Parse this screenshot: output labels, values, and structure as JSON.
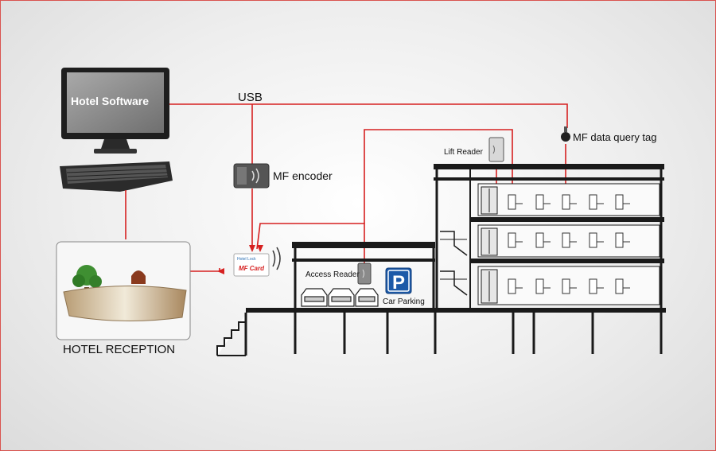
{
  "labels": {
    "hotel_software": "Hotel Software",
    "usb": "USB",
    "mf_encoder": "MF encoder",
    "mf_data_query_tag": "MF data query tag",
    "lift_reader": "Lift Reader",
    "access_reader": "Access Reader",
    "car_parking": "Car Parking",
    "hotel_reception": "HOTEL RECEPTION",
    "mf_card": "MF Card",
    "card_logo": "Hotel Lock",
    "parking_sign": "P"
  },
  "colors": {
    "connector_line": "#d62020",
    "frame_border": "#d9534f",
    "building_lines": "#1a1a1a",
    "parking_sign_bg": "#1d5aa8",
    "monitor_screen": "#8f8f8f"
  }
}
